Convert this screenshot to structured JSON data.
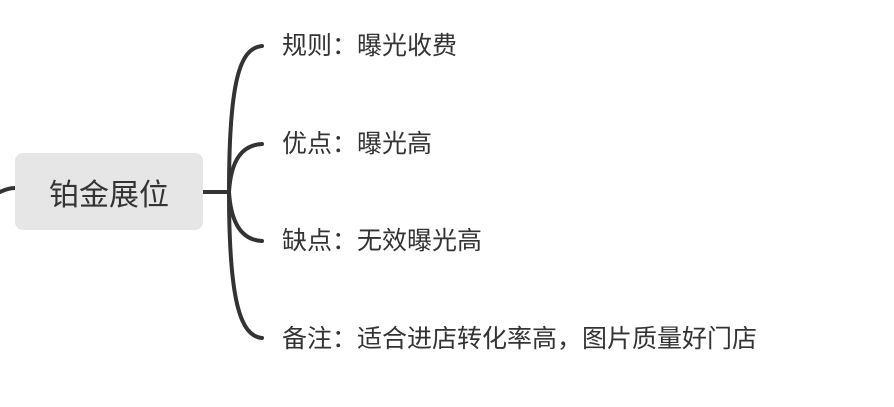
{
  "mindmap": {
    "central": {
      "label": "铂金展位",
      "fill": "#e6e6e6"
    },
    "line_color": "#333333",
    "branches": [
      {
        "key": "规则",
        "separator": "：",
        "value": "曝光收费"
      },
      {
        "key": "优点",
        "separator": "：",
        "value": "曝光高"
      },
      {
        "key": "缺点",
        "separator": "：",
        "value": "无效曝光高"
      },
      {
        "key": "备注",
        "separator": "：",
        "value": "适合进店转化率高，图片质量好门店"
      }
    ]
  }
}
